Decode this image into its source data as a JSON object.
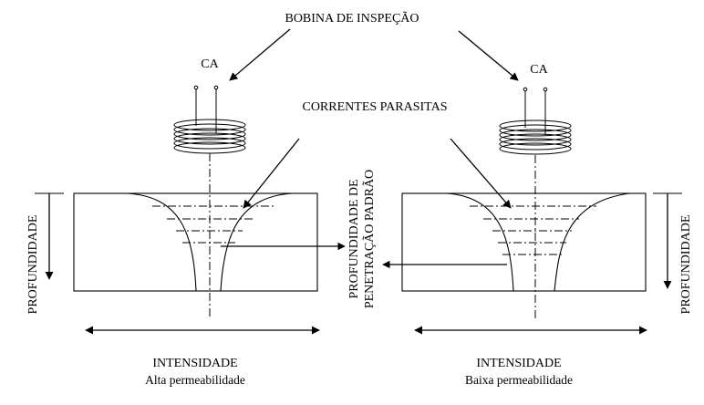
{
  "labels": {
    "top_title": "BOBINA DE INSPEÇÃO",
    "ac_left": "CA",
    "ac_right": "CA",
    "eddy_currents": "CORRENTES PARASITAS",
    "depth_left": "PROFUNDIDADE",
    "depth_right": "PROFUNDIDADE",
    "std_depth_line1": "PROFUNDIDADE DE",
    "std_depth_line2": "PENETRAÇÃO PADRÃO",
    "intensity_left": "INTENSIDADE",
    "intensity_right": "INTENSIDADE",
    "high_perm": "Alta permeabilidade",
    "low_perm": "Baixa permeabilidade"
  }
}
